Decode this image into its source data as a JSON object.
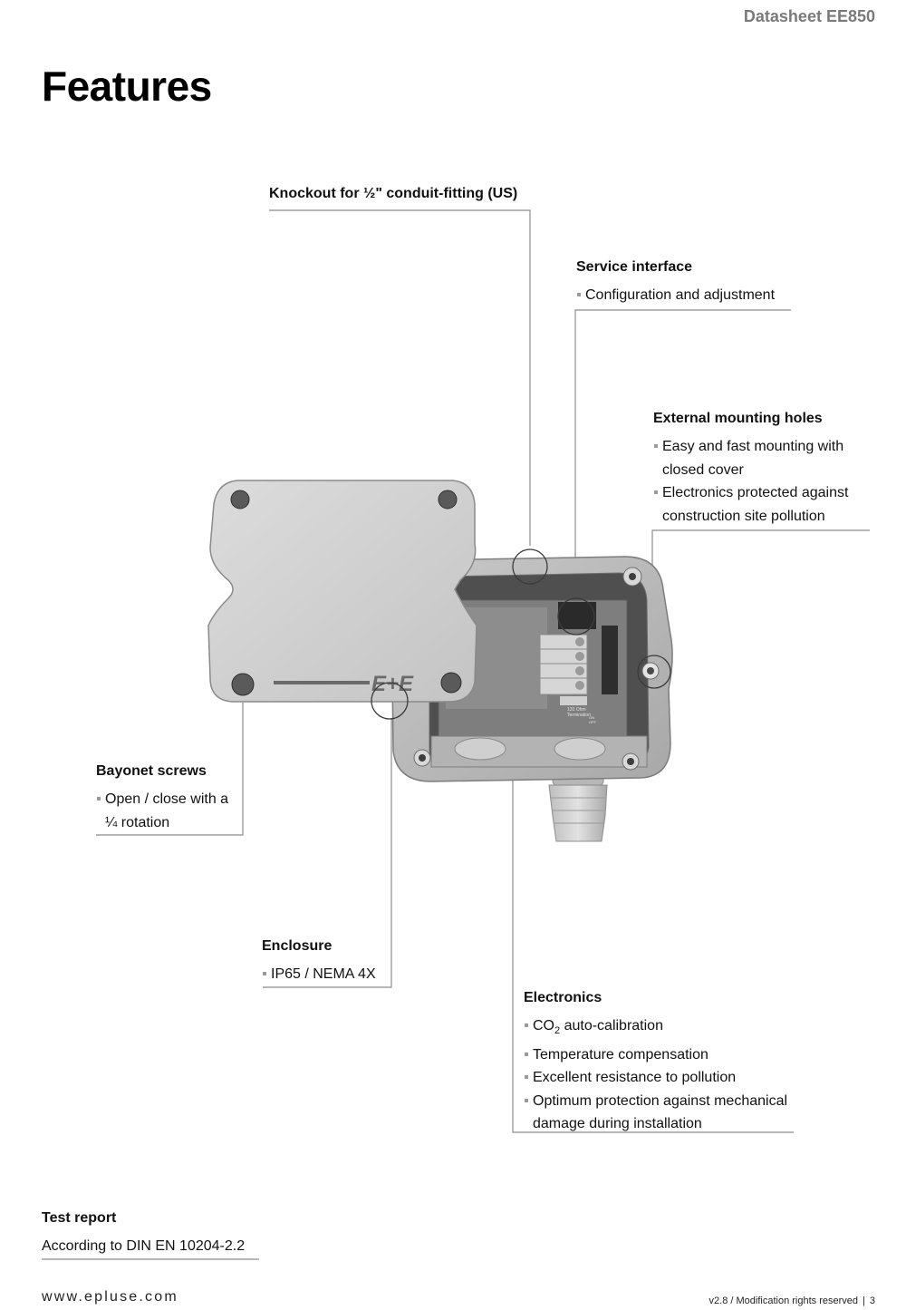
{
  "header": {
    "doc_title": "Datasheet EE850",
    "page_title": "Features"
  },
  "callouts": {
    "knockout": {
      "title": "Knockout for ½\" conduit-fitting (US)"
    },
    "service": {
      "title": "Service interface",
      "items": [
        "Configuration and adjustment"
      ]
    },
    "mounting": {
      "title": "External mounting holes",
      "items": [
        "Easy and fast mounting with closed cover",
        "Electronics protected against construction site pollution"
      ]
    },
    "bayonet": {
      "title": "Bayonet screws",
      "items": [
        "Open / close with a ¼ rotation"
      ]
    },
    "enclosure": {
      "title": "Enclosure",
      "items": [
        "IP65 / NEMA 4X"
      ]
    },
    "electronics": {
      "title": "Electronics",
      "item_co2_prefix": "CO",
      "item_co2_sub": "2",
      "item_co2_suffix": " auto-calibration",
      "items": [
        "Temperature compensation",
        "Excellent resistance to pollution",
        "Optimum protection against mechanical damage during installation"
      ]
    },
    "test_report": {
      "title": "Test report",
      "text": "According to DIN EN 10204-2.2"
    }
  },
  "device": {
    "logo": "E+E",
    "pcb_resistor_label": "120 Ohm",
    "pcb_termination_label": "Termination",
    "pcb_on_label": "ON",
    "pcb_off_label": "OFF"
  },
  "footer": {
    "url": "www.epluse.com",
    "revision": "v2.8 / Modification rights reserved",
    "page": "3"
  }
}
